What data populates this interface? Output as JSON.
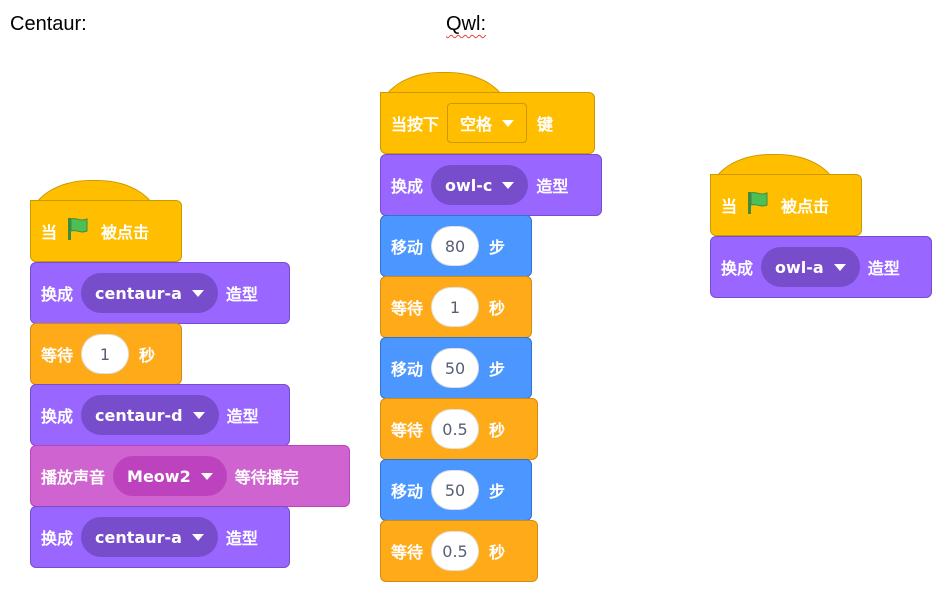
{
  "headings": {
    "centaur": "Centaur:",
    "owl": "Qwl:"
  },
  "blocks": {
    "hat_flag": {
      "when": "当",
      "clicked": "被点击"
    },
    "switch_costume": {
      "prefix": "换成",
      "suffix": "造型"
    },
    "wait": {
      "prefix": "等待",
      "suffix": "秒"
    },
    "move": {
      "prefix": "移动",
      "suffix": "步"
    },
    "play_sound": {
      "prefix": "播放声音",
      "suffix": "等待播完"
    },
    "key_hat": {
      "prefix": "当按下",
      "key": "空格",
      "suffix": "键"
    }
  },
  "centaur_script": {
    "costume_1": "centaur-a",
    "wait_1": "1",
    "costume_2": "centaur-d",
    "sound_1": "Meow2",
    "costume_3": "centaur-a"
  },
  "owl_script_1": {
    "costume_1": "owl-c",
    "move_1": "80",
    "wait_1": "1",
    "move_2": "50",
    "wait_2": "0.5",
    "move_3": "50",
    "wait_3": "0.5"
  },
  "owl_script_2": {
    "costume_1": "owl-a"
  },
  "icons": {
    "flag": "green-flag-icon",
    "dropdown": "caret-down-icon"
  },
  "colors": {
    "events": "#ffbf00",
    "looks": "#9966ff",
    "control": "#ffab19",
    "motion": "#4c97ff",
    "sound": "#cf63cf",
    "flag": "#4cbf56"
  }
}
